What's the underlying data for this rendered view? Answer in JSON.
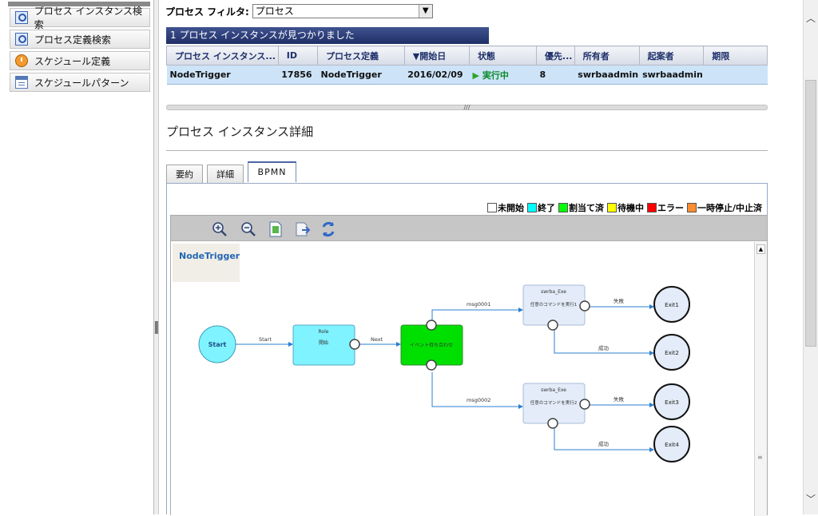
{
  "sidebar": {
    "items": [
      {
        "label": "プロセス インスタンス検索",
        "icon": "search-icon"
      },
      {
        "label": "プロセス定義検索",
        "icon": "search-icon"
      },
      {
        "label": "スケジュール定義",
        "icon": "clock-icon"
      },
      {
        "label": "スケジュールパターン",
        "icon": "calendar-icon"
      }
    ]
  },
  "filter": {
    "label": "プロセス フィルタ:",
    "value": "プロセス"
  },
  "result_count_text": "1 プロセス インスタンスが見つかりました",
  "table": {
    "columns": [
      "プロセス インスタンス...",
      "ID",
      "プロセス定義",
      "▼開始日",
      "状態",
      "優先...",
      "所有者",
      "起案者",
      "期限"
    ],
    "rows": [
      {
        "instance": "NodeTrigger",
        "id": "17856",
        "definition": "NodeTrigger",
        "start": "2016/02/09",
        "status": "実行中",
        "priority": "8",
        "owner": "swrbaadmin",
        "originator": "swrbaadmin",
        "deadline": ""
      }
    ]
  },
  "detail": {
    "title": "プロセス インスタンス詳細"
  },
  "tabs": [
    {
      "label": "要約"
    },
    {
      "label": "詳細"
    },
    {
      "label": "BPMN",
      "active": true
    }
  ],
  "legend": [
    {
      "label": "未開始",
      "color": "#ffffff"
    },
    {
      "label": "終了",
      "color": "#00ffff"
    },
    {
      "label": "割当て済",
      "color": "#00ff00"
    },
    {
      "label": "待機中",
      "color": "#ffff00"
    },
    {
      "label": "エラー",
      "color": "#ff0000"
    },
    {
      "label": "一時停止/中止済",
      "color": "#ff8c2e"
    }
  ],
  "toolbar": [
    "zoom-in-icon",
    "zoom-out-icon",
    "fit-page-icon",
    "export-icon",
    "refresh-icon"
  ],
  "diagram": {
    "process_name": "NodeTrigger",
    "start": "Start",
    "role_title": "Role",
    "role_task": "開始",
    "event_node": "イベント待ち合わせ",
    "exe1_title": "swrba_Exe",
    "exe1_task": "任意のコマンドを実行1",
    "exe2_title": "swrba_Exe",
    "exe2_task": "任意のコマンドを実行2",
    "exits": [
      "Exit1",
      "Exit2",
      "Exit3",
      "Exit4"
    ],
    "flows": {
      "start": "Start",
      "next": "Next",
      "msg1": "msg0001",
      "msg2": "msg0002",
      "fail1": "失敗",
      "ok1": "成功",
      "fail2": "失敗",
      "ok2": "成功"
    },
    "colors": {
      "role": "#7ff3ff",
      "event": "#00e000",
      "start": "#7ff3ff",
      "exe": "#e3ecf8",
      "exit": "#e3ecf8"
    }
  }
}
